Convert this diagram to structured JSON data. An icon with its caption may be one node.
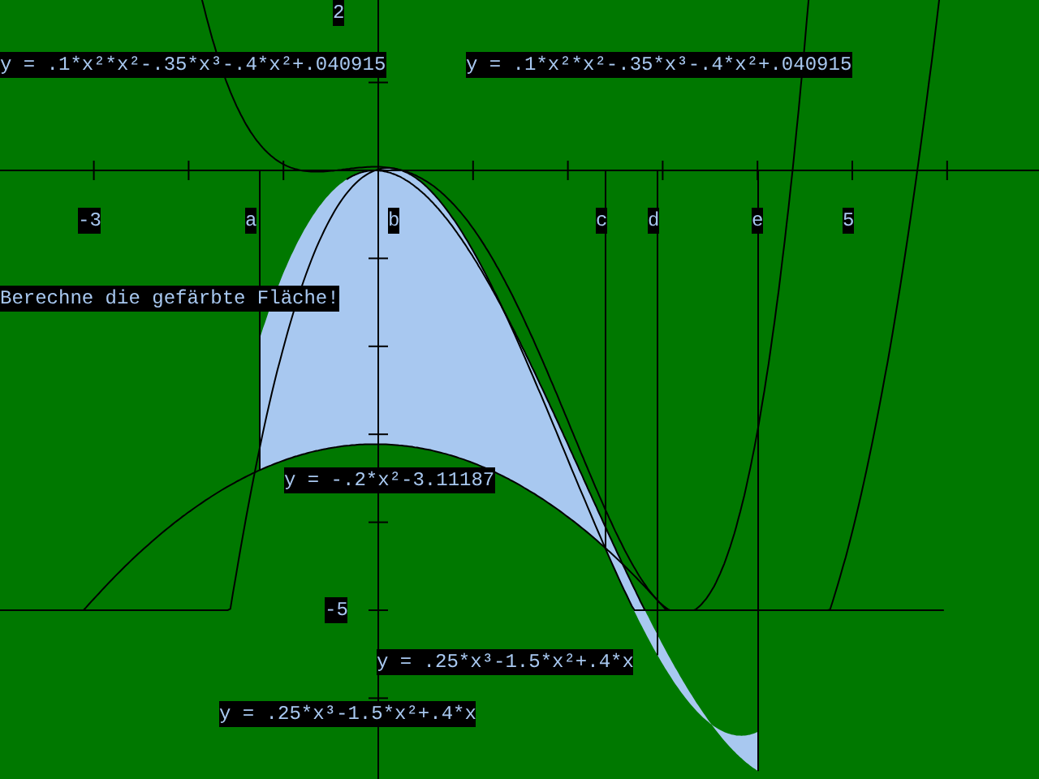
{
  "diagram": {
    "labels": [
      "2",
      "y = .1*x²*x²-.35*x³-.4*x²+.040915",
      "y = .1*x²*x²-.35*x³-.4*x²+.040915",
      "-3",
      "a",
      "b",
      "c",
      "d",
      "e",
      "5",
      "Berechne die gefärbte Fläche!",
      "y = -.2*x²-3.11187",
      "-5",
      "y = .25*x³-1.5*x²+.4*x",
      "y = .25*x³-1.5*x²+.4*x"
    ]
  }
}
